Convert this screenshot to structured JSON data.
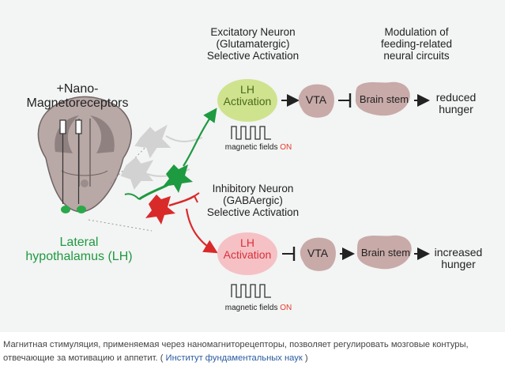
{
  "diagram": {
    "receptor_label_1": "+Nano-",
    "receptor_label_2": "Magnetoreceptors",
    "region_label_1": "Lateral",
    "region_label_2": "hypothalamus (LH)",
    "top": {
      "title_1": "Excitatory Neuron",
      "title_2": "(Glutamatergic)",
      "title_3": "Selective Activation",
      "lh_1": "LH",
      "lh_2": "Activation",
      "vta": "VTA",
      "brain_stem": "Brain stem",
      "outcome_1": "reduced",
      "outcome_2": "hunger",
      "field_prefix": "magnetic fields",
      "field_state": "ON"
    },
    "modulation_1": "Modulation of",
    "modulation_2": "feeding-related",
    "modulation_3": "neural circuits",
    "bottom": {
      "title_1": "Inhibitory Neuron",
      "title_2": "(GABAergic)",
      "title_3": "Selective Activation",
      "lh_1": "LH",
      "lh_2": "Activation",
      "vta": "VTA",
      "brain_stem": "Brain stem",
      "outcome_1": "increased",
      "outcome_2": "hunger",
      "field_prefix": "magnetic fields",
      "field_state": "ON"
    },
    "colors": {
      "excitatory": "#1e9a40",
      "inhibitory": "#d92a2a",
      "lh_top_fill": "#cfe38f",
      "lh_bottom_fill": "#f5c1c5",
      "blob_fill": "#c8aaa8",
      "text": "#222222",
      "on_text": "#e53a2a"
    }
  },
  "caption": {
    "text": "Магнитная стимуляция, применяемая через наномагниторецепторы, позволяет регулировать мозговые контуры, отвечающие за мотивацию и аппетит. ( ",
    "source_link": "Институт фундаментальных наук",
    "close": " )"
  }
}
